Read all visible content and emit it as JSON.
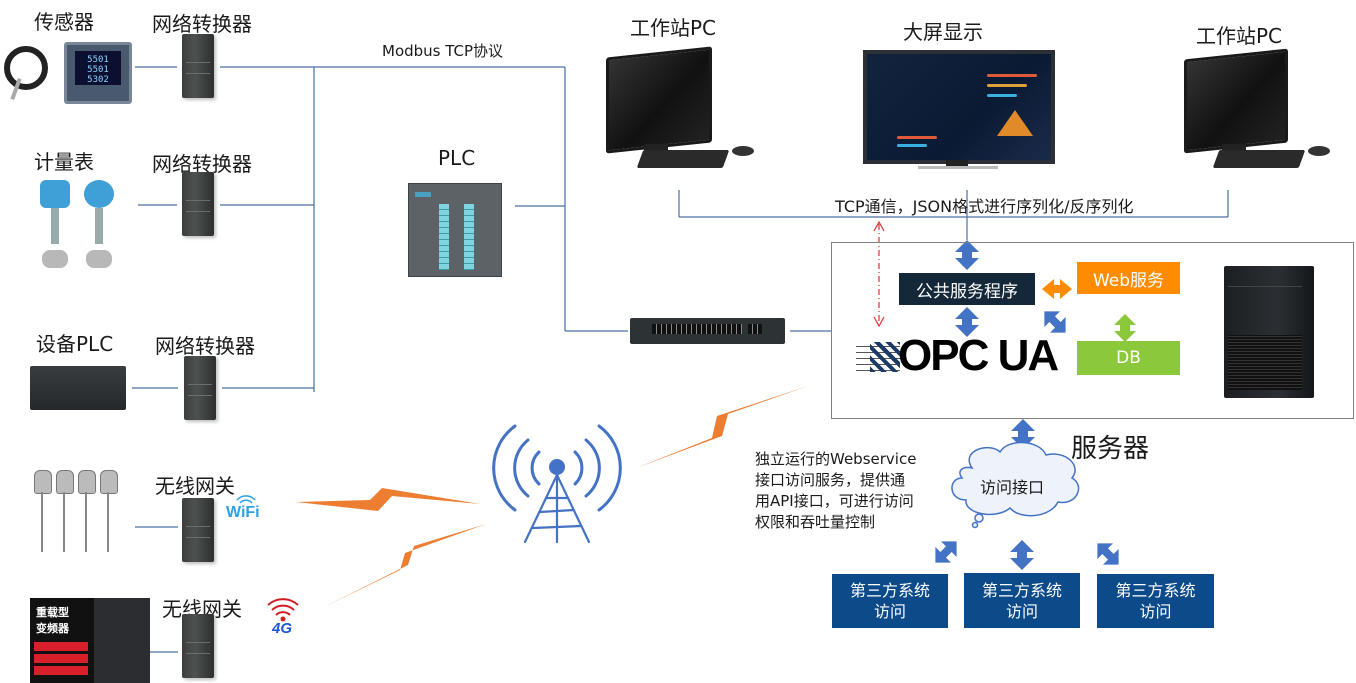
{
  "diagram": {
    "left_column": {
      "rows": [
        {
          "device_label": "传感器",
          "gateway_label": "网络转换器",
          "device": "sensor"
        },
        {
          "device_label": "计量表",
          "gateway_label": "网络转换器",
          "device": "flow-meter"
        },
        {
          "device_label": "设备PLC",
          "gateway_label": "网络转换器",
          "device": "plc"
        },
        {
          "device_label": "",
          "gateway_label": "无线网关",
          "device": "temperature-probes",
          "badge": "WiFi"
        },
        {
          "device_label": "",
          "gateway_label": "无线网关",
          "device": "frequency-inverter",
          "badge": "4G"
        }
      ],
      "vfd_title": [
        "重载型",
        "变频器"
      ],
      "meter_readout": [
        "5501",
        "5501",
        "5302"
      ]
    },
    "protocol_label": "Modbus TCP协议",
    "plc_label": "PLC",
    "workstation_left_label": "工作站PC",
    "big_screen_label": "大屏显示",
    "workstation_right_label": "工作站PC",
    "tcp_label": "TCP通信，JSON格式进行序列化/反序列化",
    "server": {
      "public_service": "公共服务程序",
      "web_service": "Web服务",
      "db": "DB",
      "opc_ua": "OPC UA",
      "server_label": "服务器"
    },
    "access_interface": "访问接口",
    "webservice_note": [
      "独立运行的Webservice",
      "接口访问服务，提供通",
      "用API接口，可进行访问",
      "权限和吞吐量控制"
    ],
    "third_party": [
      {
        "line1": "第三方系统",
        "line2": "访问"
      },
      {
        "line1": "第三方系统",
        "line2": "访问"
      },
      {
        "line1": "第三方系统",
        "line2": "访问"
      }
    ],
    "colors": {
      "line_blue": "#4a6fa5",
      "arrow_blue": "#4472c4",
      "lightning_orange": "#ed7d31",
      "public_service_bg": "#14283a",
      "web_bg": "#ff8c00",
      "db_bg": "#8cc83c",
      "third_party_bg": "#0d4a8a",
      "dashed_red": "#e03030"
    }
  }
}
